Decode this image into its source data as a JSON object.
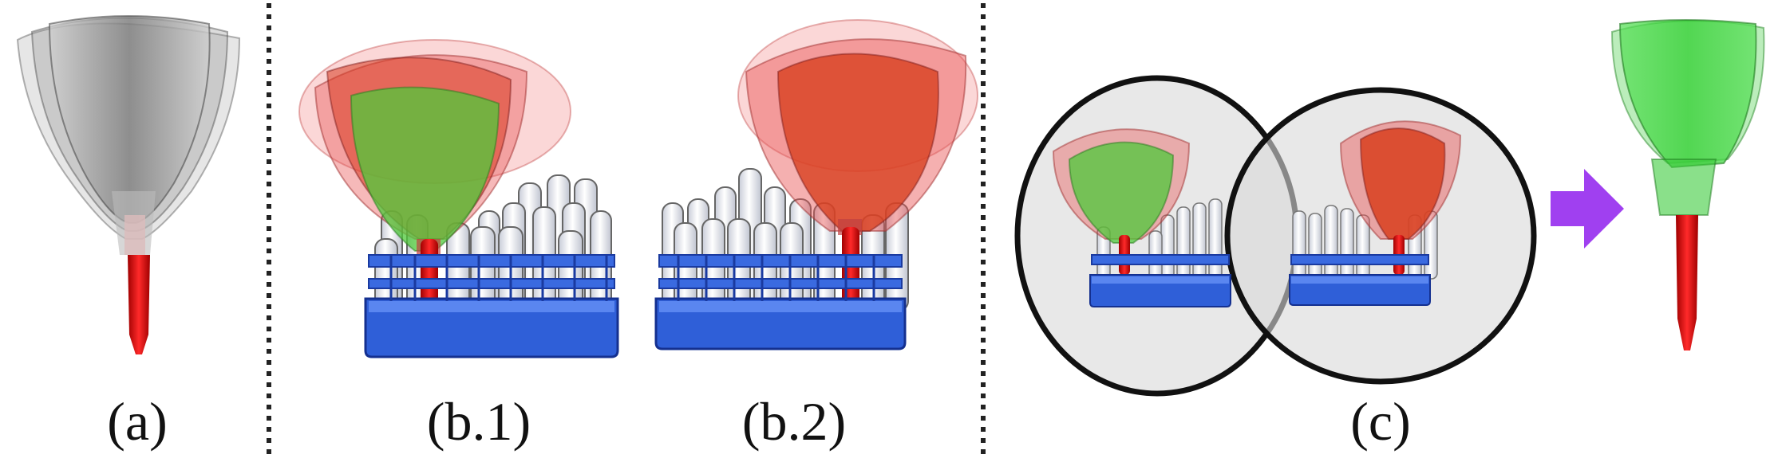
{
  "panels": {
    "a": {
      "caption": "(a)"
    },
    "b1": {
      "caption": "(b.1)"
    },
    "b2": {
      "caption": "(b.2)"
    },
    "c": {
      "caption": "(c)"
    }
  },
  "colors": {
    "gripper_gray": "#8a8a8a",
    "probe_red": "#e01010",
    "hull_red": "#e8503a",
    "hull_green": "#3ccc3c",
    "rack_blue": "#2f5fd8",
    "tube_white": "#f2f0ec",
    "arrow_purple": "#a040f0",
    "region_gray": "#e6e6e6"
  },
  "icons": {
    "arrow": "arrow-right-icon"
  }
}
